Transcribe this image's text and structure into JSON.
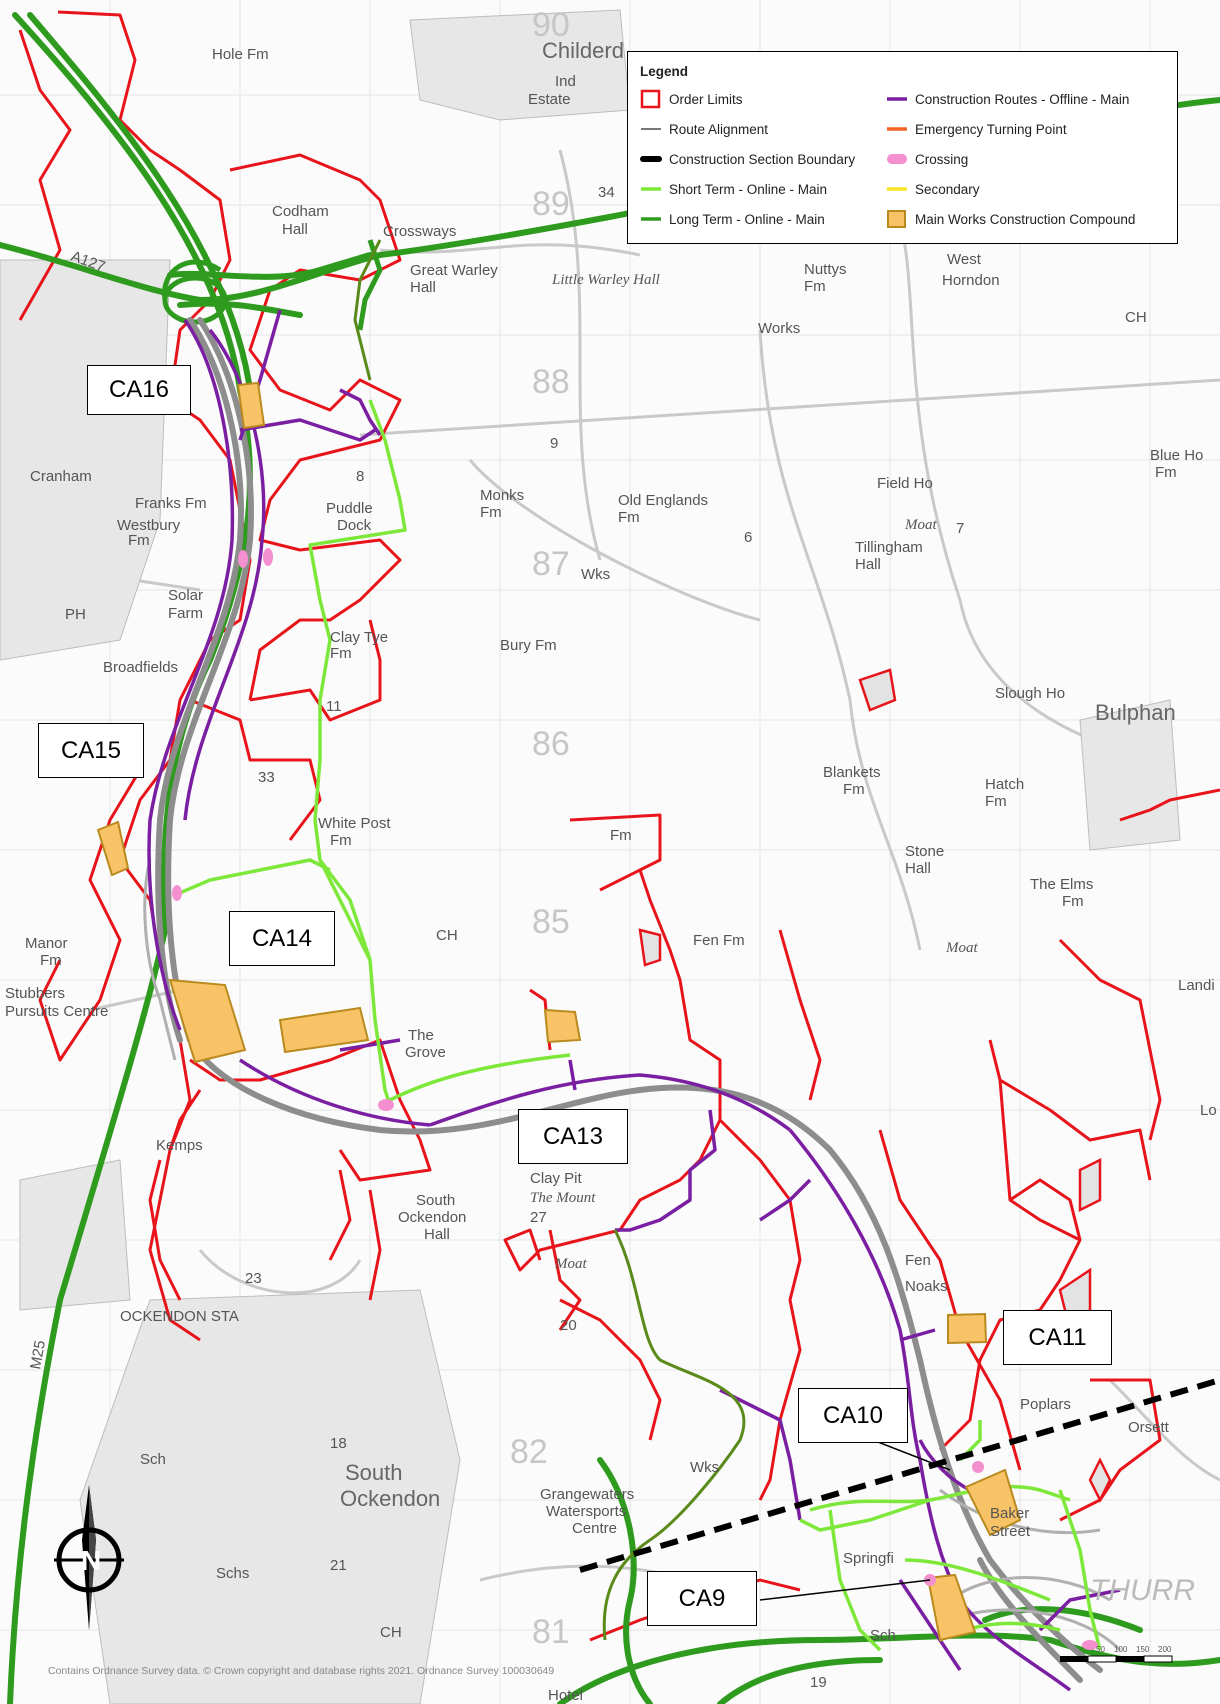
{
  "legend": {
    "title": "Legend",
    "items": [
      {
        "label": "Order Limits",
        "symbol": "red-outline-box",
        "color": "#e8141b"
      },
      {
        "label": "Route Alignment",
        "symbol": "thin-grey-line",
        "color": "#777777"
      },
      {
        "label": "Construction Section Boundary",
        "symbol": "black-dash",
        "color": "#000000"
      },
      {
        "label": "Short Term - Online - Main",
        "symbol": "line",
        "color": "#7ee83a"
      },
      {
        "label": "Long Term - Online - Main",
        "symbol": "line",
        "color": "#2e9b1e"
      },
      {
        "label": "Construction Routes - Offline - Main",
        "symbol": "line",
        "color": "#7a1fa2"
      },
      {
        "label": "Emergency Turning Point",
        "symbol": "line",
        "color": "#f26522"
      },
      {
        "label": "Crossing",
        "symbol": "pill",
        "color": "#f48fd0"
      },
      {
        "label": "Secondary",
        "symbol": "line",
        "color": "#f7e62a"
      },
      {
        "label": "Main Works Construction Compound",
        "symbol": "orange-box",
        "color": "#f7c366"
      }
    ]
  },
  "callouts": {
    "ca16": "CA16",
    "ca15": "CA15",
    "ca14": "CA14",
    "ca13": "CA13",
    "ca11": "CA11",
    "ca10": "CA10",
    "ca9": "CA9"
  },
  "places": {
    "hole_fm": "Hole Fm",
    "childerditch": "Childerd",
    "ind_estate_1": "Ind",
    "ind_estate_2": "Estate",
    "codham_1": "Codham",
    "codham_2": "Hall",
    "crossways": "Crossways",
    "great_warley_1": "Great Warley",
    "great_warley_2": "Hall",
    "little_warley": "Little Warley Hall",
    "nuttys_1": "Nuttys",
    "nuttys_2": "Fm",
    "west_horndon_1": "West",
    "west_horndon_2": "Horndon",
    "works": "Works",
    "cranham": "Cranham",
    "franks_fm": "Franks Fm",
    "westbury_1": "Westbury",
    "westbury_2": "Fm",
    "puddle_dock_1": "Puddle",
    "puddle_dock_2": "Dock",
    "monks_1": "Monks",
    "monks_2": "Fm",
    "old_englands_1": "Old Englands",
    "old_englands_2": "Fm",
    "field_ho": "Field Ho",
    "moat_1": "Moat",
    "tillingham_1": "Tillingham",
    "tillingham_2": "Hall",
    "blue_ho_1": "Blue Ho",
    "blue_ho_2": "Fm",
    "solar_1": "Solar",
    "solar_2": "Farm",
    "wks_1": "Wks",
    "clay_tye_1": "Clay Tye",
    "clay_tye_2": "Fm",
    "bury_fm": "Bury Fm",
    "broadfields": "Broadfields",
    "slough_ho": "Slough Ho",
    "bulphan": "Bulphan",
    "blankets_1": "Blankets",
    "blankets_2": "Fm",
    "hatch_1": "Hatch",
    "hatch_2": "Fm",
    "white_post_1": "White Post",
    "white_post_2": "Fm",
    "homes_fm": "Fm",
    "stone_1": "Stone",
    "stone_2": "Hall",
    "the_elms_1": "The Elms",
    "the_elms_2": "Fm",
    "manor_1": "Manor",
    "manor_2": "Fm",
    "stubbers_1": "Stubbers",
    "stubbers_2": "Pursuits Centre",
    "fen_fm": "Fen Fm",
    "moat_2": "Moat",
    "the_grove_1": "The",
    "the_grove_2": "Grove",
    "kemps": "Kemps",
    "clay_pit": "Clay Pit",
    "the_mount": "The Mount",
    "south_ockendon_hall_1": "South",
    "south_ockendon_hall_2": "Ockendon",
    "south_ockendon_hall_3": "Hall",
    "moat_3": "Moat",
    "ockendon_sta": "OCKENDON STA",
    "fen_2": "Fen",
    "noaks": "Noaks",
    "poplars": "Poplars",
    "orsett": "Orsett",
    "south_ockendon_1": "South",
    "south_ockendon_2": "Ockendon",
    "wks_2": "Wks",
    "grangewaters_1": "Grangewaters",
    "grangewaters_2": "Watersports",
    "grangewaters_3": "Centre",
    "baker_1": "Baker",
    "baker_2": "Street",
    "springfield": "Springfi",
    "thurrock": "THURR",
    "sch_1": "Sch",
    "sch_2": "Sch",
    "sch_3": "Schs",
    "ch_1": "CH",
    "ch_2": "CH",
    "ch_3": "CH",
    "ph": "PH",
    "hotel": "Hotel",
    "m25": "M25",
    "a127": "A127",
    "landi": "Landi",
    "lo": "Lo"
  },
  "grid_numbers": [
    "90",
    "89",
    "88",
    "87",
    "86",
    "85",
    "82",
    "81",
    "34",
    "8",
    "9",
    "6",
    "7",
    "11",
    "33",
    "23",
    "27",
    "18",
    "21",
    "19",
    "20"
  ],
  "attribution": "Contains Ordnance Survey data. © Crown copyright and database rights 2021. Ordnance Survey 100030649",
  "scale_labels": [
    "50",
    "100",
    "150",
    "200"
  ],
  "north_label": "N"
}
